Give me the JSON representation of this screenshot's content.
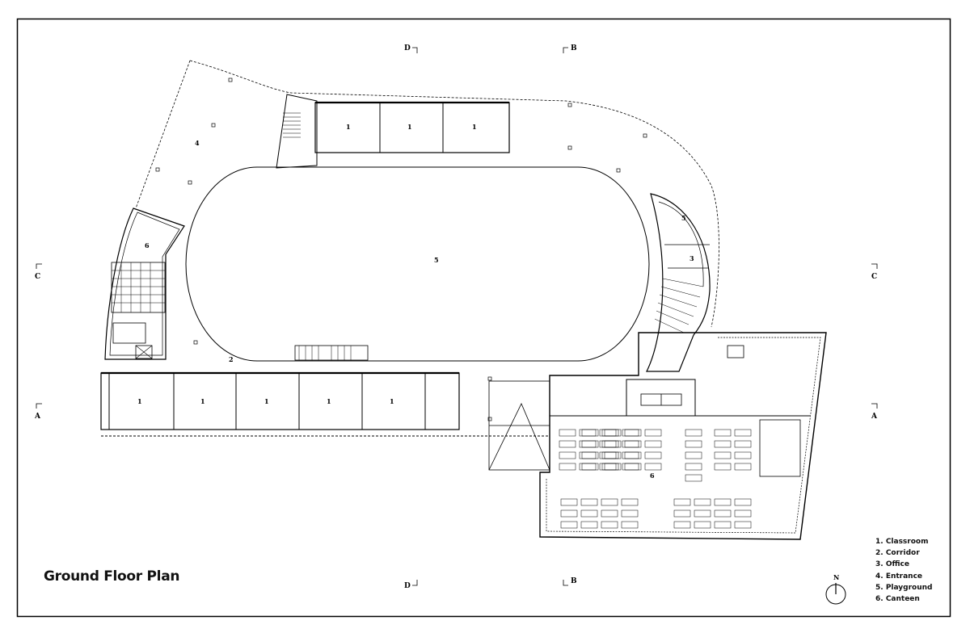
{
  "title": "Ground Floor Plan",
  "legend": [
    {
      "number": "1",
      "label": "1. Classroom"
    },
    {
      "number": "2",
      "label": "2. Corridor"
    },
    {
      "number": "3",
      "label": "3. Office"
    },
    {
      "number": "4",
      "label": "4. Entrance"
    },
    {
      "number": "5",
      "label": "5. Playground"
    },
    {
      "number": "6",
      "label": "6. Canteen"
    }
  ],
  "section_markers": {
    "a": "A",
    "b": "B",
    "c": "C",
    "d": "D"
  },
  "north": "N",
  "room_numbers": {
    "classroom": "1",
    "corridor": "2",
    "office": "3",
    "entrance": "4",
    "playground": "5",
    "canteen": "6"
  }
}
